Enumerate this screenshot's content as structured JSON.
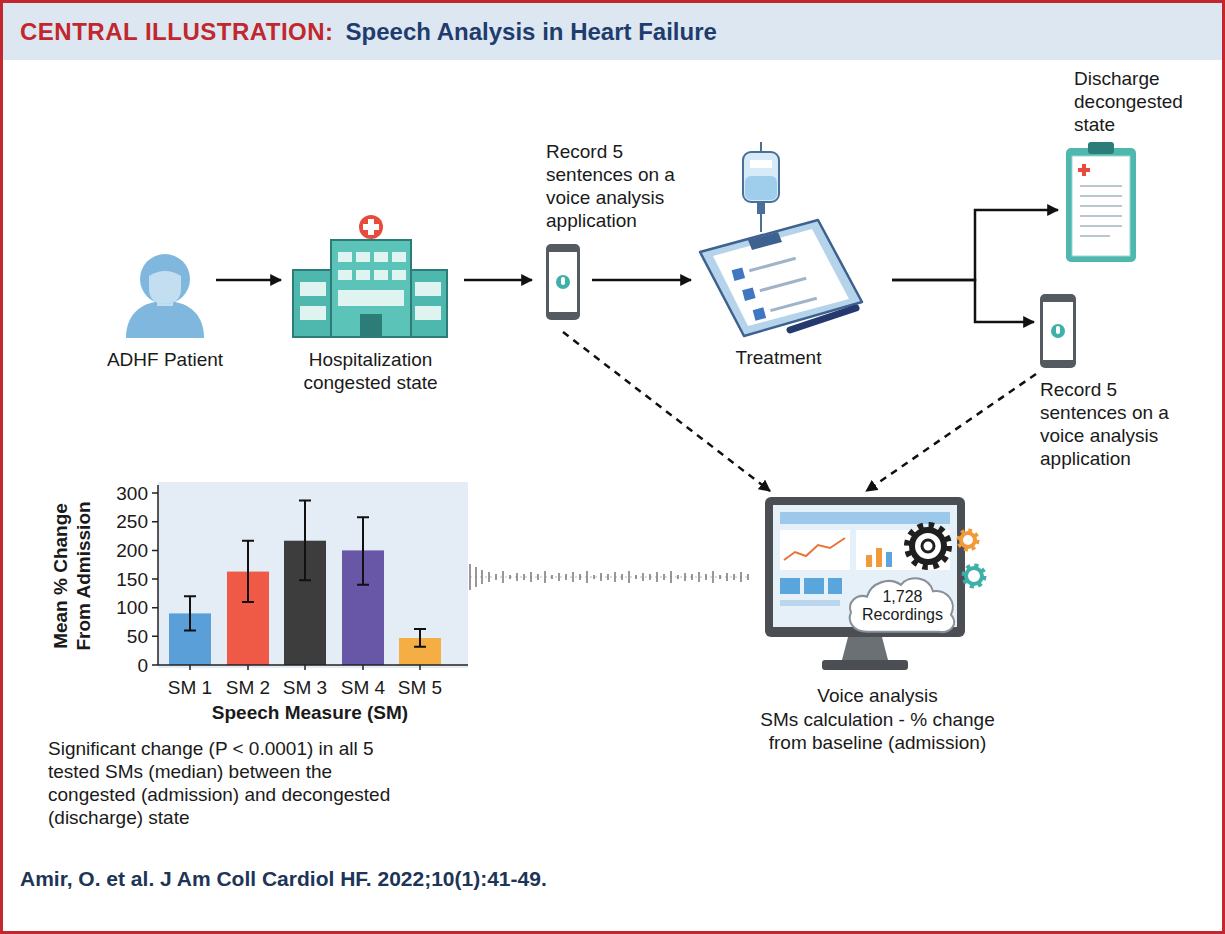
{
  "diagram": {
    "title": "Speech Analysis in Heart Failure",
    "caption": "Amir, O. et al. J Am Coll Cardiol HF. 2022;10(1):41-49.",
    "nodes": [
      {
        "text": [
          "ADHF Patient"
        ]
      },
      {
        "text": [
          "Hospitalization congested state"
        ]
      },
      {
        "text": [
          "Record 5 sentences on a voice analysis application"
        ]
      },
      {
        "text": [
          "Treatment"
        ]
      },
      {
        "text": [
          "Discharge decongested state"
        ]
      },
      {
        "text": [
          "Record 5 sentences on a voice analysis application"
        ]
      },
      {
        "text": [
          "Voice analysis",
          "SMs calculation - % change from baseline (admission)"
        ]
      },
      {
        "text": [
          "1,728 Recordings"
        ],
        "in": 6
      }
    ],
    "edges": [
      {
        "from": 0,
        "to": 1,
        "arrow": "to"
      },
      {
        "from": 1,
        "to": 2,
        "arrow": "to"
      },
      {
        "from": 2,
        "to": 3,
        "arrow": "to"
      },
      {
        "from": 3,
        "to": 4,
        "arrow": "to"
      },
      {
        "from": 3,
        "to": 5,
        "arrow": "to"
      },
      {
        "from": 2,
        "to": 6,
        "arrow": "to"
      },
      {
        "from": 5,
        "to": 6,
        "arrow": "to"
      }
    ],
    "labels": [
      "CENTRAL ILLUSTRATION:",
      "300",
      "250",
      "200",
      "150",
      "100",
      "50",
      "0",
      "Mean % Change From Admission",
      "SM 1",
      "SM 2",
      "SM 3",
      "SM 4",
      "SM 5",
      "Speech Measure (SM)",
      "Significant change (P < 0.0001) in all 5 tested SMs (median) between the congested (admission) and decongested (discharge) state"
    ]
  }
}
